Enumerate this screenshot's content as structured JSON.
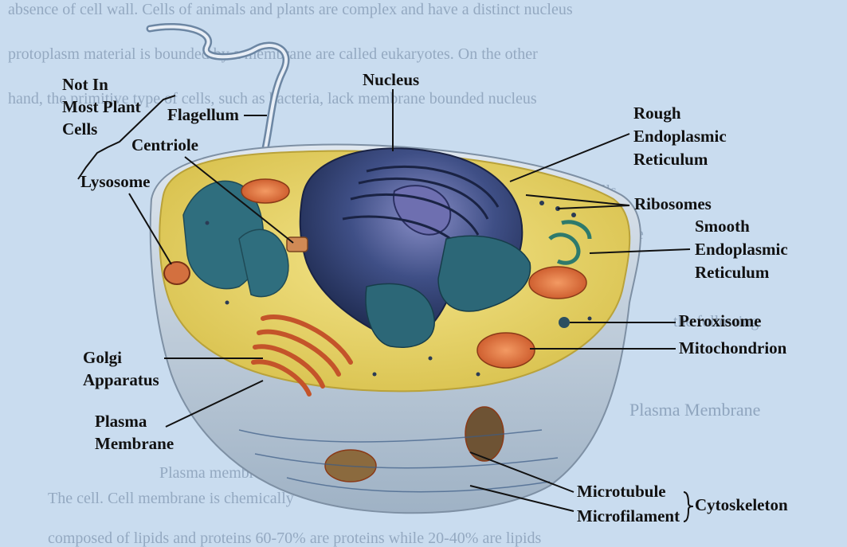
{
  "labels": {
    "not_in_most_plant_cells": [
      "Not In",
      "Most Plant",
      "Cells"
    ],
    "flagellum": "Flagellum",
    "centriole": "Centriole",
    "lysosome": "Lysosome",
    "nucleus": "Nucleus",
    "rough_er": [
      "Rough",
      "Endoplasmic",
      "Reticulum"
    ],
    "ribosomes": "Ribosomes",
    "smooth_er": [
      "Smooth",
      "Endoplasmic",
      "Reticulum"
    ],
    "peroxisome": "Peroxisome",
    "mitochondrion": "Mitochondrion",
    "golgi": [
      "Golgi",
      "Apparatus"
    ],
    "plasma_membrane": [
      "Plasma",
      "Membrane"
    ],
    "microtubule": "Microtubule",
    "microfilament": "Microfilament",
    "cytoskeleton": "Cytoskeleton"
  },
  "background_text": {
    "heading": "Plasma Membrane"
  },
  "colors": {
    "page": "#c9dcef",
    "cytoplasm": "#ecd96a",
    "membrane": "#d3dde8",
    "nucleus": "#3d4f82",
    "mitochondrion": "#e3763f",
    "er": "#2f7a73",
    "leader": "#111111"
  }
}
